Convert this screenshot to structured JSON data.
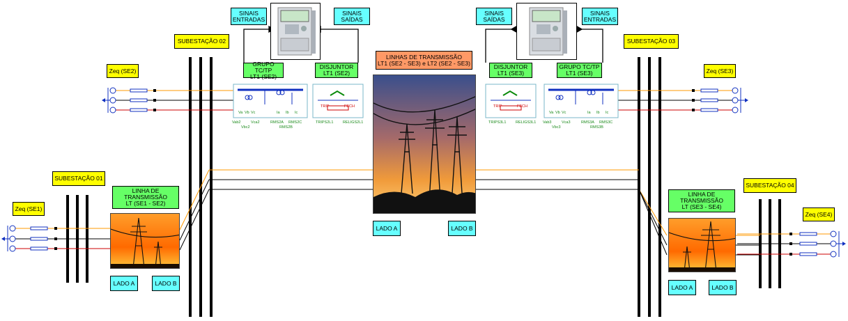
{
  "substations": {
    "se1": "SUBESTAÇÃO 01",
    "se2": "SUBESTAÇÃO 02",
    "se3": "SUBESTAÇÃO 03",
    "se4": "SUBESTAÇÃO 04"
  },
  "equivalents": {
    "se1": "Zeq (SE1)",
    "se2": "Zeq (SE2)",
    "se3": "Zeq (SE3)",
    "se4": "Zeq (SE4)"
  },
  "relay_left": {
    "inputs": "SINAIS\nENTRADAS",
    "outputs": "SINAIS\nSAÍDAS",
    "ct_vt": "GRUPO TC/TP\nLT1 (SE2)",
    "breaker": "DISJUNTOR\nLT1 (SE2)"
  },
  "relay_right": {
    "outputs": "SINAIS\nSAÍDAS",
    "inputs": "SINAIS\nENTRADAS",
    "breaker": "DISJUNTOR\nLT1 (SE3)",
    "ct_vt": "GRUPO TC/TP\nLT1 (SE3)"
  },
  "lines": {
    "center": "LINHAS DE TRANSMISSÃO\nLT1 (SE2 - SE3) e LT2 (SE2 - SE3)",
    "left": "LINHA DE\nTRANSMISSÃO\nLT (SE1 - SE2)",
    "right": "LINHA DE\nTRANSMISSÃO\nLT (SE3 - SE4)"
  },
  "sides": {
    "a": "LADO A",
    "b": "LADO B"
  },
  "block_labels": {
    "left_meas": [
      "Va",
      "Vb",
      "Vc",
      "Ia",
      "Ib",
      "Ic"
    ],
    "left_sig": [
      "Vab2",
      "Vbc2",
      "Vca2",
      "RMS2A",
      "RMS2B",
      "RMS2C"
    ],
    "left_brk": [
      "TRIP",
      "FECH",
      "TRIPS2L1",
      "RELIGS2L1"
    ],
    "right_meas": [
      "Va",
      "Vb",
      "Vc",
      "Ia",
      "Ib",
      "Ic"
    ],
    "right_sig": [
      "Vab3",
      "Vbc3",
      "Vca3",
      "RMS3A",
      "RMS3B",
      "RMS3C"
    ],
    "right_brk": [
      "TRIP",
      "FECH",
      "TRIPS3L1",
      "RELIGS3L1"
    ]
  },
  "colors": {
    "phase_a": "#ff9900",
    "phase_b": "#000000",
    "phase_c": "#cc0000",
    "busbar": "#000000",
    "label_yellow": "#ffff00",
    "label_cyan": "#66ffff",
    "label_green": "#66ff66",
    "label_orange": "#ff9966"
  }
}
